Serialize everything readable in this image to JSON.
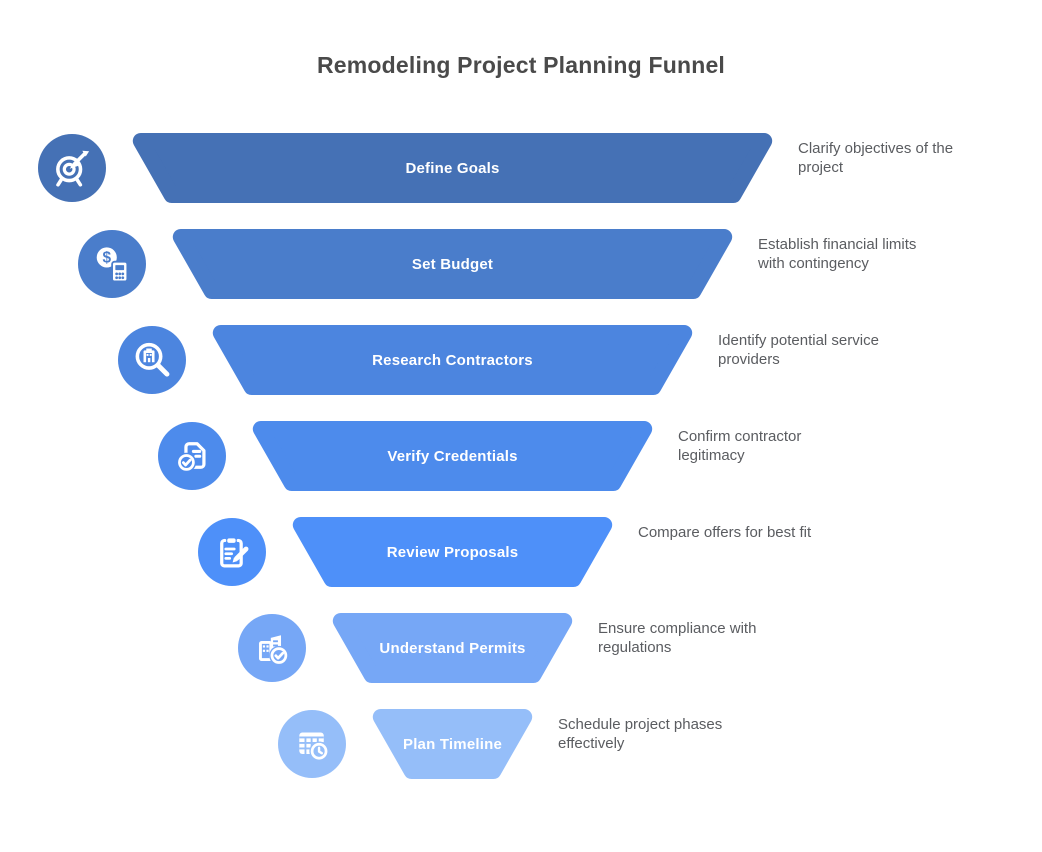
{
  "title": "Remodeling Project Planning Funnel",
  "funnel": {
    "stages": [
      {
        "label": "Define Goals",
        "description": "Clarify objectives of the project",
        "color": "#4571B5",
        "icon": "target-arrow-icon"
      },
      {
        "label": "Set Budget",
        "description": "Establish financial limits with contingency",
        "color": "#4A7DCB",
        "icon": "coin-calculator-icon"
      },
      {
        "label": "Research Contractors",
        "description": "Identify potential service providers",
        "color": "#4C85DF",
        "icon": "magnifier-building-icon"
      },
      {
        "label": "Verify Credentials",
        "description": "Confirm contractor legitimacy",
        "color": "#4D8BEC",
        "icon": "document-check-icon"
      },
      {
        "label": "Review Proposals",
        "description": "Compare offers for best fit",
        "color": "#4E90F9",
        "icon": "clipboard-pencil-icon"
      },
      {
        "label": "Understand Permits",
        "description": "Ensure compliance with regulations",
        "color": "#76A7F6",
        "icon": "buildings-check-icon"
      },
      {
        "label": "Plan Timeline",
        "description": "Schedule project phases effectively",
        "color": "#95BEF9",
        "icon": "calendar-clock-icon"
      }
    ]
  },
  "colors": {
    "background": "#FFFFFF",
    "title_text": "#4A4A4A",
    "description_text": "#5A5C60",
    "stage_label_text": "#FFFFFF"
  }
}
